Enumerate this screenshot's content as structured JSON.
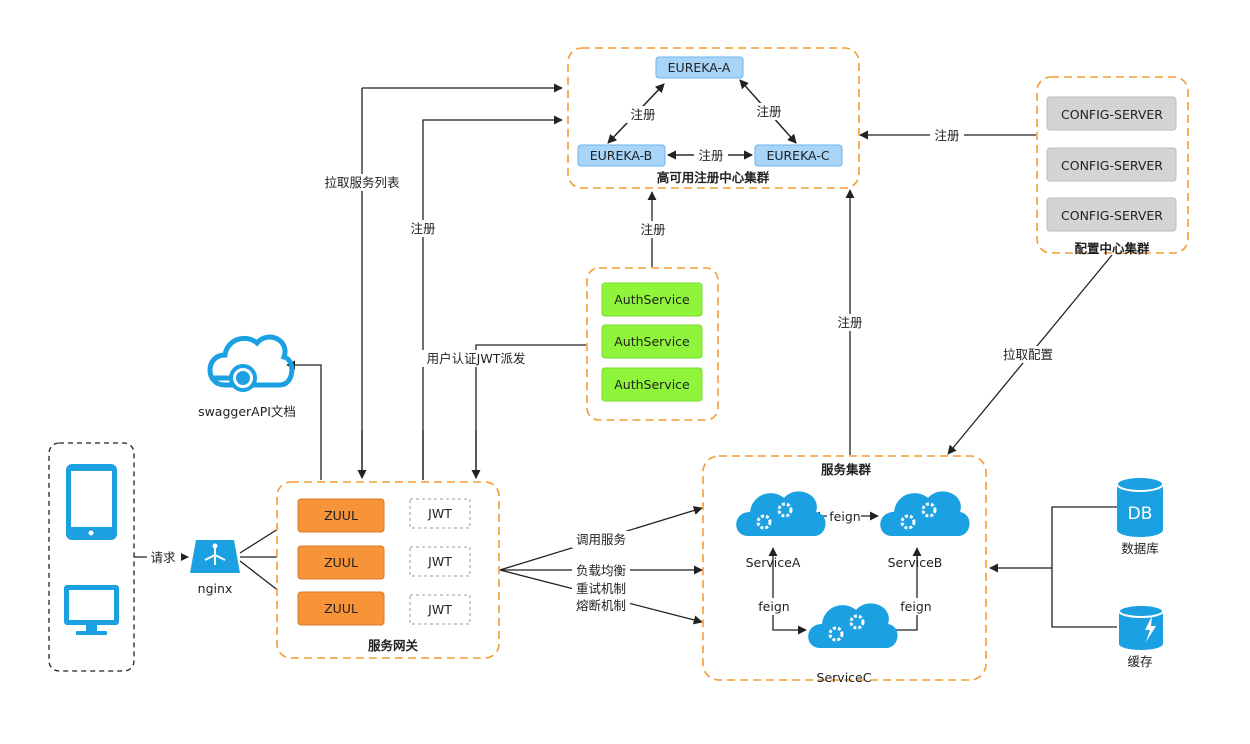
{
  "eureka": {
    "title": "高可用注册中心集群",
    "a": "EUREKA-A",
    "b": "EUREKA-B",
    "c": "EUREKA-C",
    "edge_ab": "注册",
    "edge_ac": "注册",
    "edge_bc": "注册"
  },
  "config": {
    "title": "配置中心集群",
    "servers": [
      "CONFIG-SERVER",
      "CONFIG-SERVER",
      "CONFIG-SERVER"
    ],
    "register": "注册",
    "pull": "拉取配置"
  },
  "auth": {
    "services": [
      "AuthService",
      "AuthService",
      "AuthService"
    ],
    "register": "注册",
    "jwt": "用户认证JWT派发"
  },
  "swagger": {
    "label": "swaggerAPI文档"
  },
  "gateway": {
    "title": "服务网关",
    "zuul": [
      "ZUUL",
      "ZUUL",
      "ZUUL"
    ],
    "jwt": [
      "JWT",
      "JWT",
      "JWT"
    ],
    "pull_list": "拉取服务列表",
    "register": "注册"
  },
  "client": {
    "request": "请求"
  },
  "nginx": {
    "label": "nginx"
  },
  "calls": {
    "invoke": "调用服务",
    "balance": "负载均衡",
    "retry": "重试机制",
    "breaker": "熔断机制"
  },
  "services": {
    "title": "服务集群",
    "a": "ServiceA",
    "b": "ServiceB",
    "c": "ServiceC",
    "feign_ab": "feign",
    "feign_ac": "feign",
    "feign_bc": "feign",
    "register": "注册"
  },
  "storage": {
    "db_icon": "DB",
    "db": "数据库",
    "cache": "缓存"
  },
  "colors": {
    "orange_dash": "#f39c33",
    "eureka_fill": "#a8d4f8",
    "eureka_stroke": "#6ab3ef",
    "config_fill": "#d4d4d4",
    "auth_fill": "#8ef53a",
    "zuul_fill": "#f7943a",
    "blue_icon": "#1ba0e2"
  }
}
